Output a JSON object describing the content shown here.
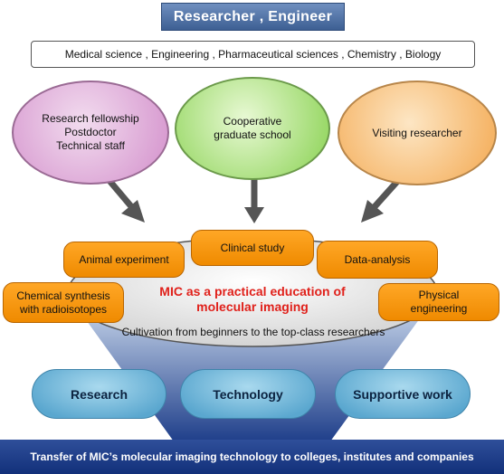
{
  "header": {
    "title": "Researcher , Engineer"
  },
  "fields": {
    "text": "Medical science , Engineering , Pharmaceutical sciences , Chemistry , Biology"
  },
  "sources": [
    {
      "lines": [
        "Research fellowship",
        "Postdoctor",
        "Technical staff"
      ],
      "color": "#d99ed2"
    },
    {
      "lines": [
        "Cooperative",
        "graduate school"
      ],
      "color": "#9bd96a"
    },
    {
      "lines": [
        "Visiting researcher"
      ],
      "color": "#f5b466"
    }
  ],
  "activities": {
    "animal": "Animal experiment",
    "clinical": "Clinical study",
    "data": "Data-analysis",
    "chemical": [
      "Chemical synthesis",
      "with radioisotopes"
    ],
    "physical": [
      "Physical",
      "engineering"
    ]
  },
  "mic": {
    "title_lines": [
      "MIC as a practical education of",
      "molecular imaging"
    ],
    "cultivation": "Cultivation from beginners to the top-class researchers"
  },
  "outputs": [
    "Research",
    "Technology",
    "Supportive work"
  ],
  "footer": {
    "text": "Transfer of MIC’s molecular imaging technology to colleges, institutes and companies"
  },
  "colors": {
    "accent_red": "#e0211b",
    "orange": "#ef8a00",
    "navy": "#1a3a85",
    "blue": "#5aa7cf"
  }
}
